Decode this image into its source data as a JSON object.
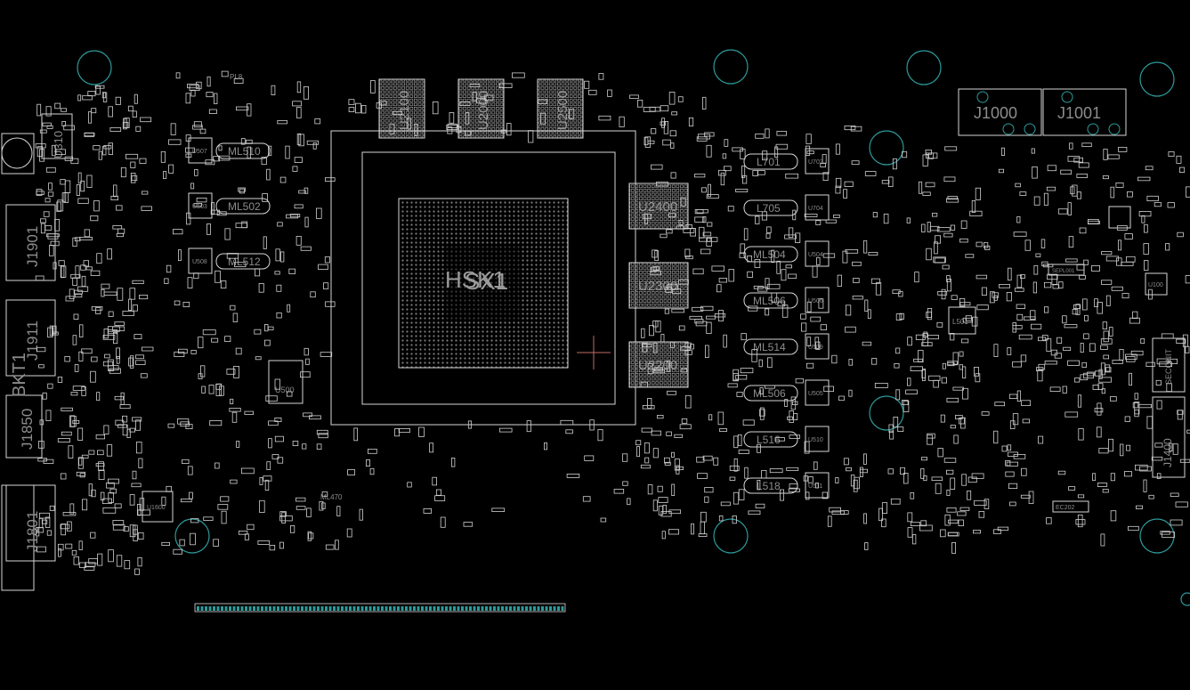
{
  "colors": {
    "background": "#000000",
    "outline": "#d6d6d6",
    "label": "#8c8c8c",
    "hole": "#2e9a9a",
    "accent": "#c46a6a"
  },
  "labels": {
    "hsk1": "HSK1",
    "sh1": "SX1",
    "u2100": "U2100",
    "u2000": "U2000",
    "u2500": "U2500",
    "u2400": "U2400",
    "u2300": "U2300",
    "u2200": "U2200",
    "u310": "U310",
    "j1901": "J1901",
    "j1911": "J1911",
    "bkt1": "BKT1",
    "j1850": "J1850",
    "j1801": "J1801",
    "j1000": "J1000",
    "j1001": "J1001",
    "ml510": "ML510",
    "ml502": "ML502",
    "ml512": "ML512",
    "u507": "U507",
    "u503": "U503",
    "u508": "U508",
    "u500": "U500",
    "u1600": "U1600",
    "ml470": "ML470",
    "l701": "L701",
    "l705": "L705",
    "ml504": "ML504",
    "ml506a": "ML506",
    "ml514": "ML514",
    "ml506b": "ML506",
    "l516": "L516",
    "l518": "L518",
    "u702": "U702",
    "u704": "U704",
    "u504": "U504",
    "u506": "U506",
    "u509": "U509",
    "u505": "U505",
    "u510": "U510",
    "u511": "U511",
    "l501": "L501",
    "u100": "U100",
    "seconit": "SECONIT",
    "j1400": "J1400",
    "ec2": "EC202",
    "sepl01": "SEPL001",
    "pl8": "PL8"
  }
}
